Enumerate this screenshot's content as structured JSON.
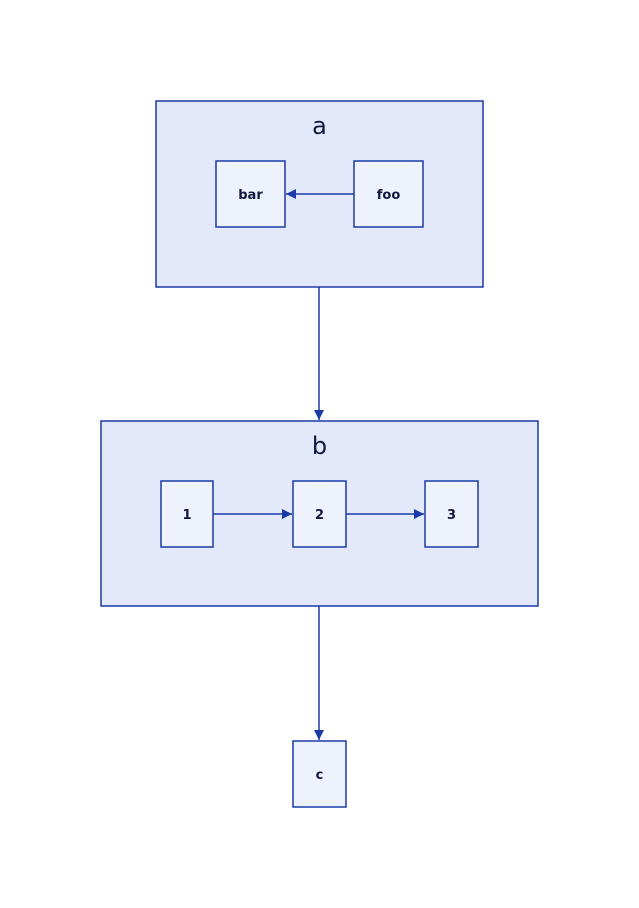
{
  "colors": {
    "stroke": "#1a3aa8",
    "cluster_fill": "#e3e9fa",
    "node_fill": "#eef2fc",
    "text": "#101840"
  },
  "clusters": {
    "a": {
      "title": "a",
      "nodes": {
        "bar": "bar",
        "foo": "foo"
      }
    },
    "b": {
      "title": "b",
      "nodes": {
        "n1": "1",
        "n2": "2",
        "n3": "3"
      }
    }
  },
  "nodes": {
    "c": "c"
  },
  "edges": [
    {
      "from": "foo",
      "to": "bar"
    },
    {
      "from": "a",
      "to": "b"
    },
    {
      "from": "1",
      "to": "2"
    },
    {
      "from": "2",
      "to": "3"
    },
    {
      "from": "b",
      "to": "c"
    }
  ]
}
